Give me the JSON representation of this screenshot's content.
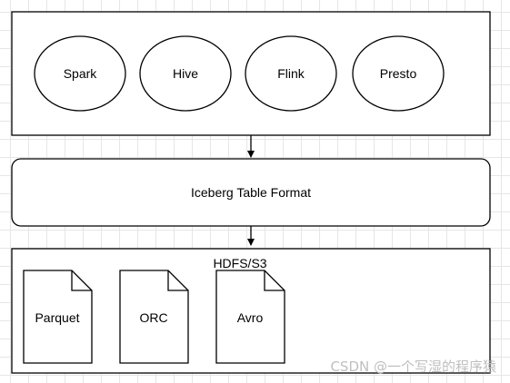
{
  "engines_box": {
    "engines": [
      {
        "label": "Spark"
      },
      {
        "label": "Hive"
      },
      {
        "label": "Flink"
      },
      {
        "label": "Presto"
      }
    ]
  },
  "table_format": {
    "label": "Iceberg Table Format"
  },
  "storage_box": {
    "label": "HDFS/S3",
    "files": [
      {
        "label": "Parquet"
      },
      {
        "label": "ORC"
      },
      {
        "label": "Avro"
      }
    ]
  },
  "watermark": "CSDN @一个写湿的程序猿",
  "colors": {
    "stroke": "#000000",
    "fill": "#ffffff",
    "grid": "#e6e6e6",
    "watermark": "#bfbfbf"
  }
}
